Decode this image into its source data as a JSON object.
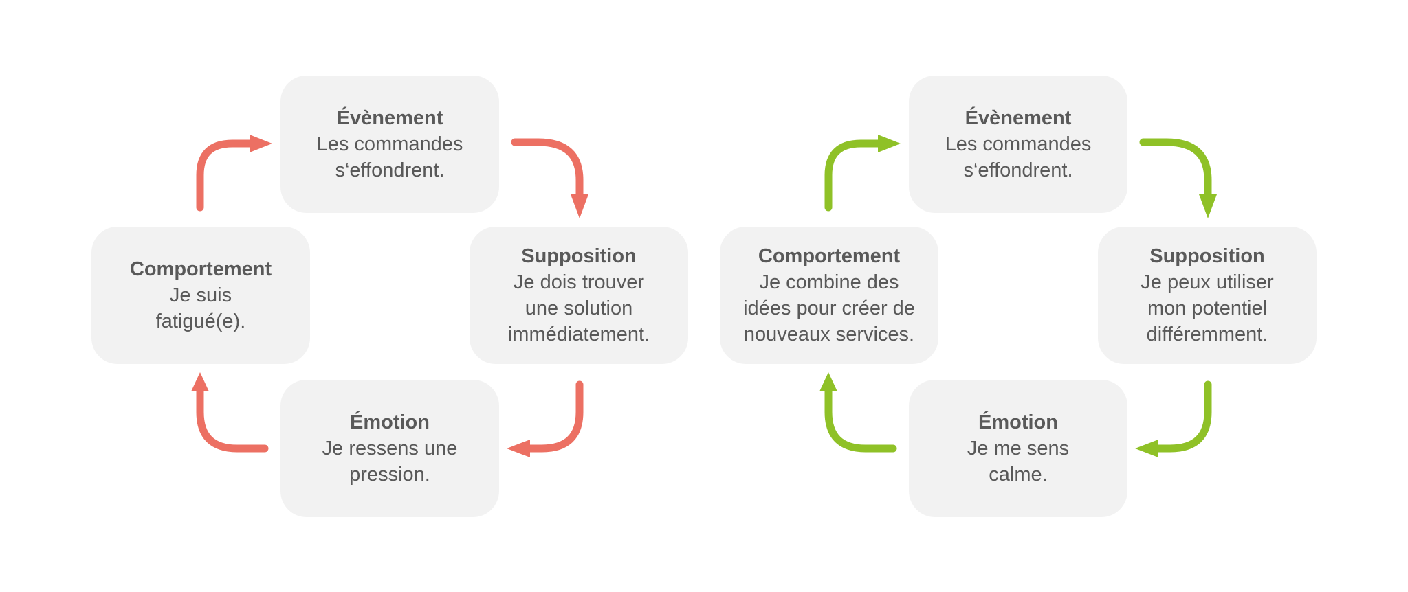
{
  "colors": {
    "negative_arrow": "#ec7063",
    "positive_arrow": "#8fc127",
    "card": "#f2f2f2",
    "text": "#595959"
  },
  "cycles": [
    {
      "tone": "negative",
      "event": {
        "title": "Évènement",
        "text": "Les commandes\ns‘effondrent."
      },
      "assumption": {
        "title": "Supposition",
        "text": "Je dois trouver\nune solution\nimmédiatement."
      },
      "emotion": {
        "title": "Émotion",
        "text": "Je ressens une\npression."
      },
      "behavior": {
        "title": "Comportement",
        "text": "Je suis\nfatigué(e)."
      }
    },
    {
      "tone": "positive",
      "event": {
        "title": "Évènement",
        "text": "Les commandes\ns‘effondrent."
      },
      "assumption": {
        "title": "Supposition",
        "text": "Je peux utiliser\nmon potentiel\ndifféremment."
      },
      "emotion": {
        "title": "Émotion",
        "text": "Je me sens\ncalme."
      },
      "behavior": {
        "title": "Comportement",
        "text": "Je combine des\nidées pour créer de\nnouveaux services."
      }
    }
  ]
}
